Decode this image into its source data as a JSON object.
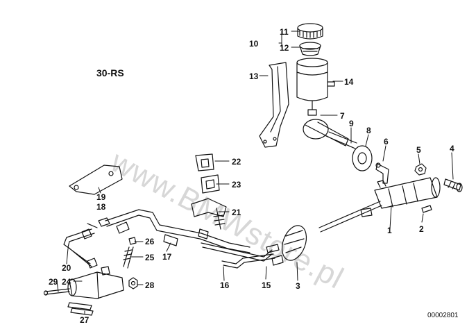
{
  "diagram": {
    "model_label": "30-RS",
    "drawing_code": "00002801",
    "watermark": "www.BMWstore.pl",
    "callouts": [
      {
        "id": "c1",
        "text": "1"
      },
      {
        "id": "c2",
        "text": "2"
      },
      {
        "id": "c3",
        "text": "3"
      },
      {
        "id": "c4",
        "text": "4"
      },
      {
        "id": "c5",
        "text": "5"
      },
      {
        "id": "c6",
        "text": "6"
      },
      {
        "id": "c7",
        "text": "7"
      },
      {
        "id": "c8",
        "text": "8"
      },
      {
        "id": "c9",
        "text": "9"
      },
      {
        "id": "c10",
        "text": "10"
      },
      {
        "id": "c11",
        "text": "11"
      },
      {
        "id": "c12",
        "text": "12"
      },
      {
        "id": "c13",
        "text": "13"
      },
      {
        "id": "c14",
        "text": "14"
      },
      {
        "id": "c15",
        "text": "15"
      },
      {
        "id": "c16",
        "text": "16"
      },
      {
        "id": "c17",
        "text": "17"
      },
      {
        "id": "c18",
        "text": "18"
      },
      {
        "id": "c19",
        "text": "19"
      },
      {
        "id": "c20",
        "text": "20"
      },
      {
        "id": "c21",
        "text": "21"
      },
      {
        "id": "c22",
        "text": "22"
      },
      {
        "id": "c23",
        "text": "23"
      },
      {
        "id": "c24",
        "text": "24"
      },
      {
        "id": "c25",
        "text": "25"
      },
      {
        "id": "c26",
        "text": "26"
      },
      {
        "id": "c27",
        "text": "27"
      },
      {
        "id": "c28",
        "text": "28"
      },
      {
        "id": "c29",
        "text": "29"
      }
    ]
  }
}
